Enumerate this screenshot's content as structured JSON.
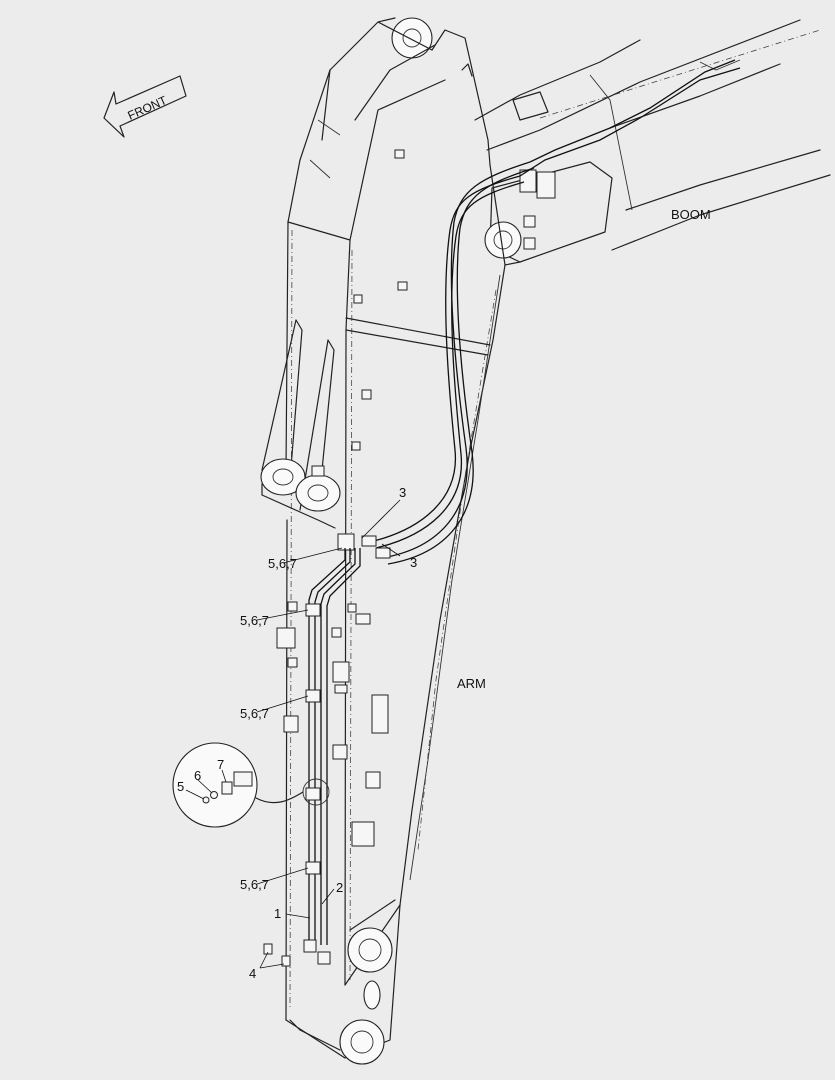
{
  "diagram": {
    "labels": {
      "front": "FRONT",
      "boom": "BOOM",
      "arm": "ARM",
      "part_3_upper": "3",
      "part_3_lower": "3",
      "part_567_a": "5,6,7",
      "part_567_b": "5,6,7",
      "part_567_c": "5,6,7",
      "part_567_d": "5,6,7",
      "part_1": "1",
      "part_2": "2",
      "part_4": "4",
      "detail_5": "5",
      "detail_6": "6",
      "detail_7": "7"
    }
  }
}
